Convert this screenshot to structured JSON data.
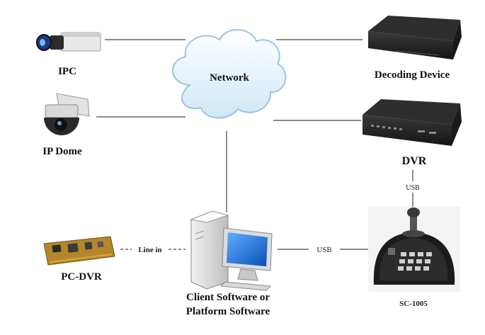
{
  "nodes": {
    "network": "Network",
    "ipc": "IPC",
    "ip_dome": "IP Dome",
    "decoding_device": "Decoding Device",
    "dvr": "DVR",
    "pc_dvr": "PC-DVR",
    "client_line1": "Client Software or",
    "client_line2": "Platform Software",
    "keyboard": "SC-1005"
  },
  "links": {
    "line_in": "Line in",
    "usb_pc_keyboard": "USB",
    "usb_dvr_keyboard": "USB"
  },
  "icons": [
    "ipc-camera-icon",
    "ip-dome-camera-icon",
    "cloud-icon",
    "decoding-device-icon",
    "dvr-icon",
    "pc-dvr-card-icon",
    "computer-icon",
    "joystick-keyboard-icon"
  ]
}
